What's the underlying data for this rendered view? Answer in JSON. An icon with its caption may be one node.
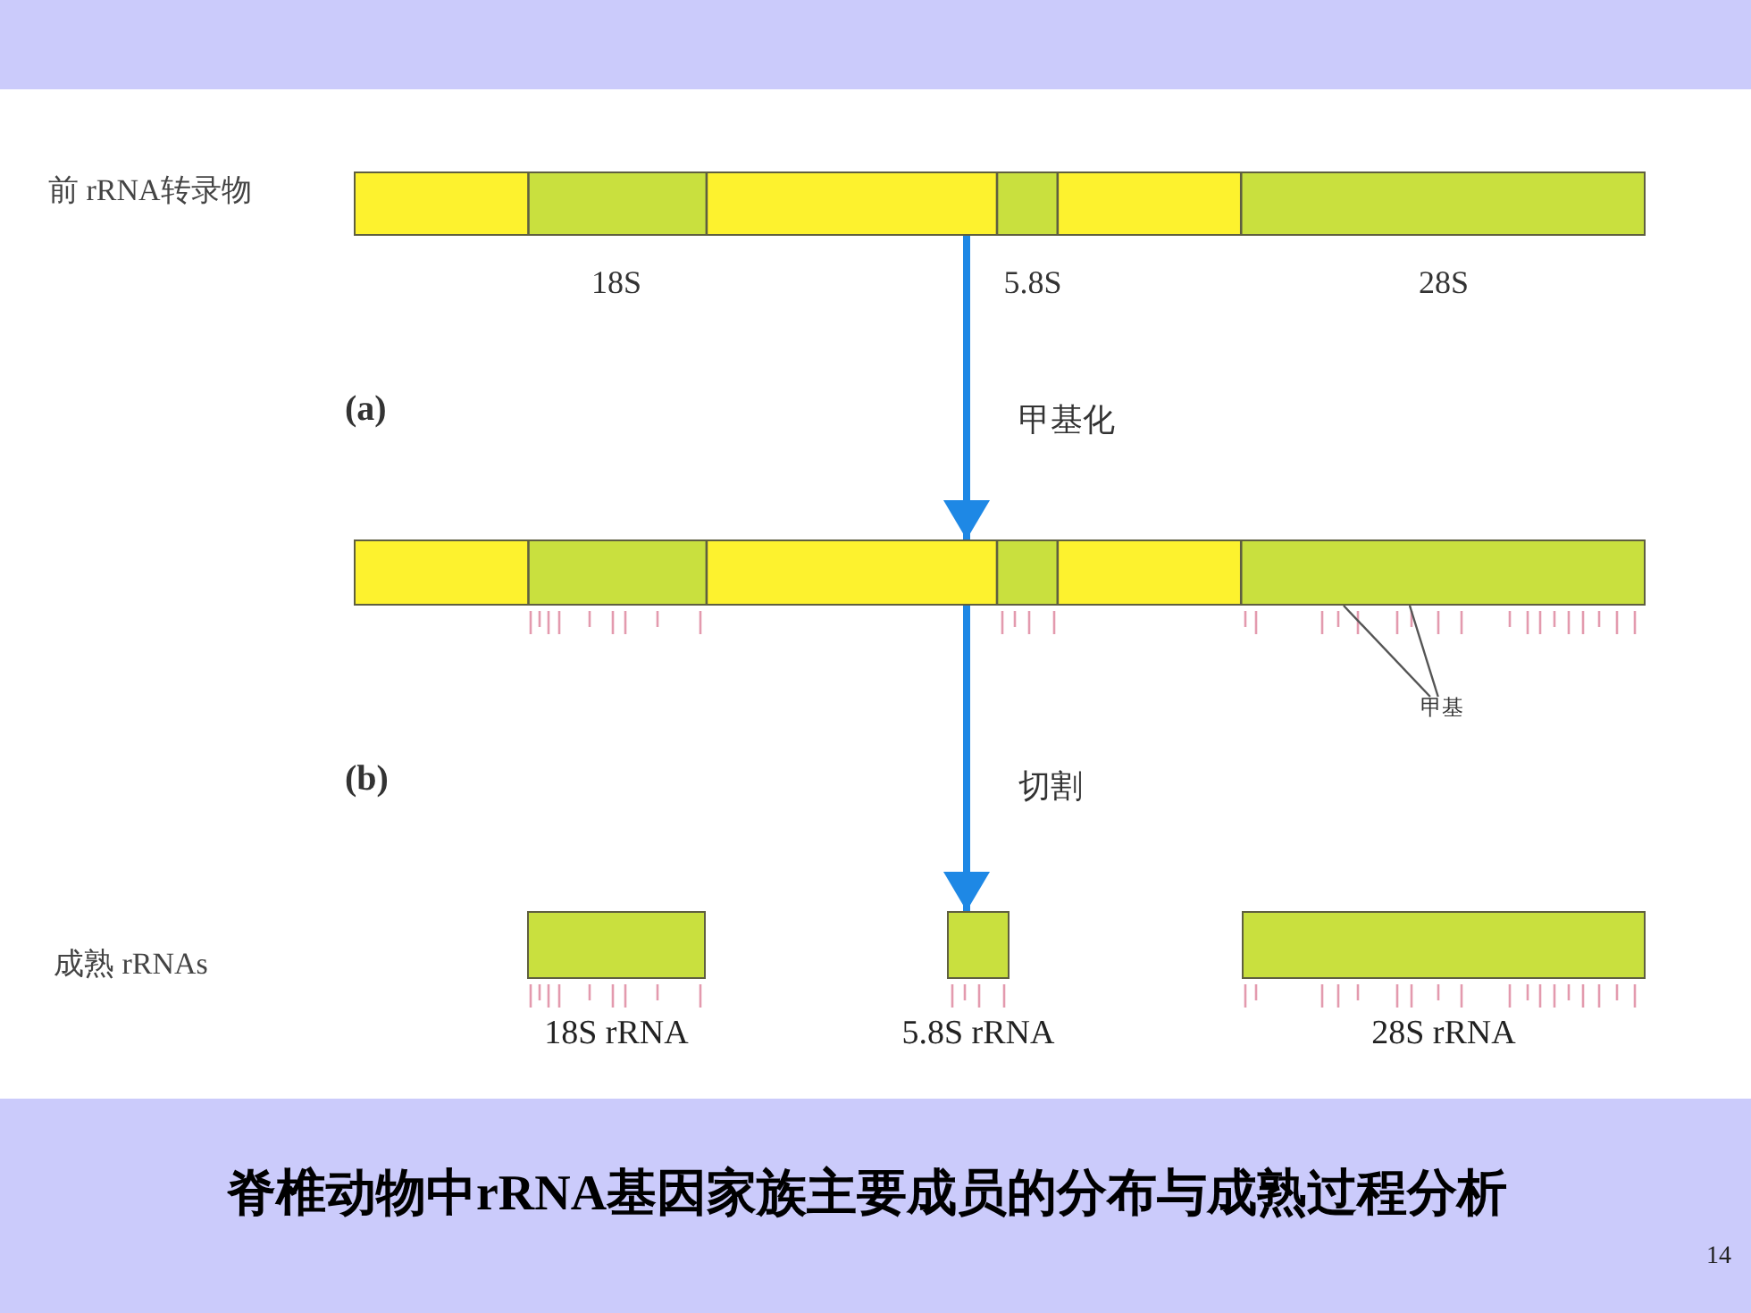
{
  "diagram": {
    "caption": "脊椎动物中rRNA基因家族主要成员的分布与成熟过程分析",
    "nodes": [
      {
        "text": [],
        "shape": "bar"
      },
      {
        "text": [],
        "shape": "bar"
      },
      {
        "text": [
          "甲基"
        ]
      },
      {
        "text": [],
        "shape": "bar",
        "beside": [
          "18S rRNA"
        ]
      },
      {
        "text": [],
        "shape": "bar",
        "beside": [
          "5.8S rRNA"
        ]
      },
      {
        "text": [],
        "shape": "bar",
        "beside": [
          "28S rRNA"
        ]
      }
    ],
    "edges": [
      {
        "from": 0,
        "to": 1,
        "arrow": "to",
        "label": "甲基化",
        "style": "thick"
      },
      {
        "from": 1,
        "to": 4,
        "arrow": "to",
        "label": "切割",
        "style": "thick"
      },
      {
        "from": 2,
        "to": 1,
        "arrow": "none",
        "color": "#555555"
      },
      {
        "from": 2,
        "to": 1,
        "arrow": "none",
        "color": "#555555"
      }
    ],
    "labels": [
      "前 rRNA转录物",
      "18S",
      "5.8S",
      "28S",
      "(a)",
      "(b)",
      "成熟 rRNAs",
      "14"
    ]
  }
}
